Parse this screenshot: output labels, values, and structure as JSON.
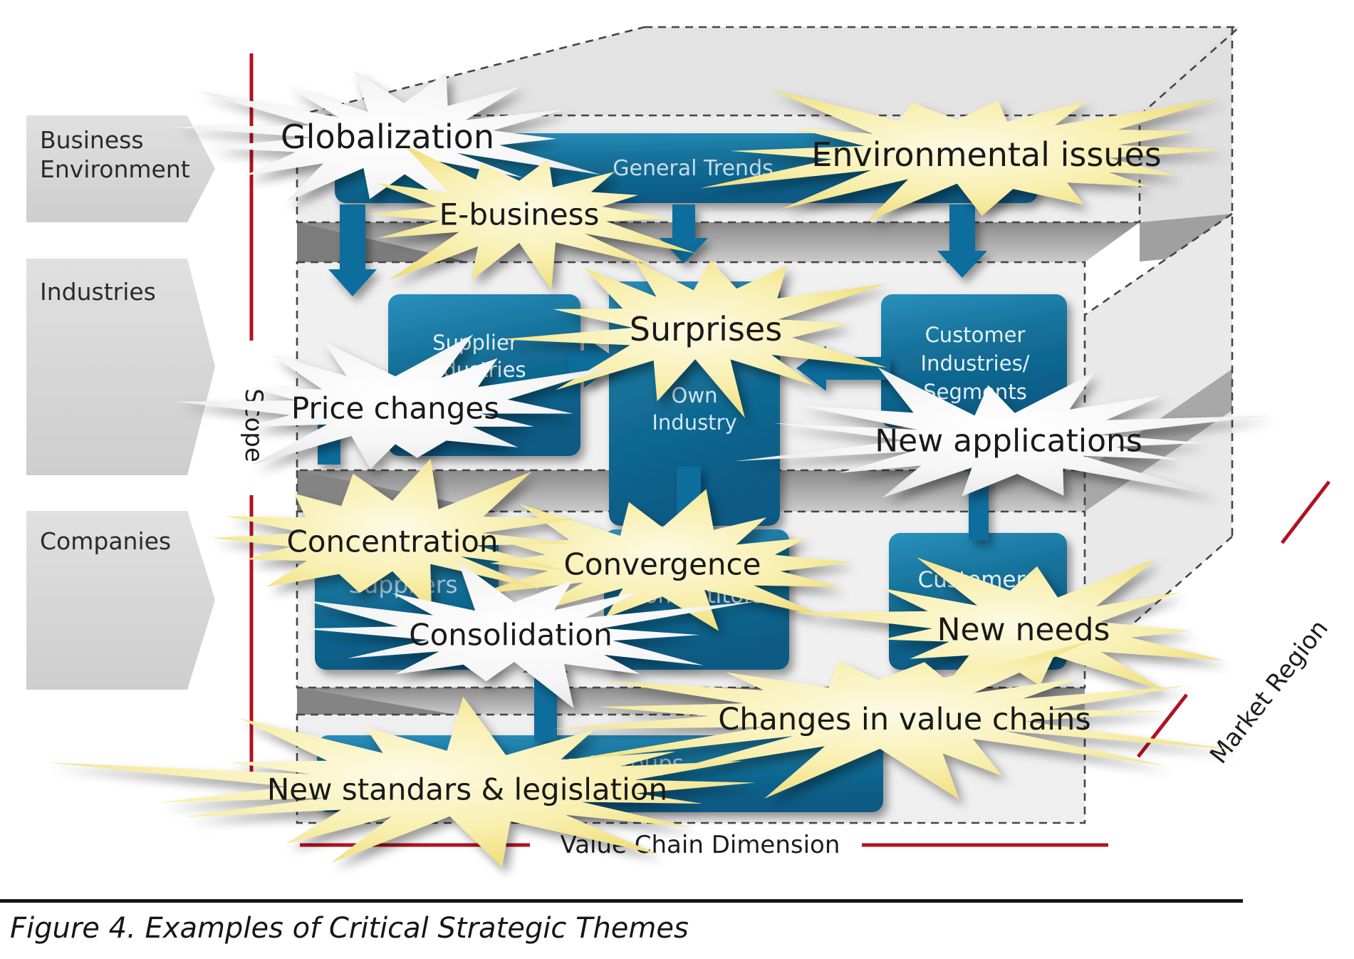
{
  "figure": {
    "caption": "Figure 4. Examples of Critical Strategic Themes"
  },
  "axes": {
    "scope": "Scope",
    "value_chain": "Value Chain Dimension",
    "market_region": "Market Region"
  },
  "levels": [
    {
      "label": "Business\nEnvironment"
    },
    {
      "label": "Industries"
    },
    {
      "label": "Companies"
    }
  ],
  "boxes": {
    "general_trends": "General Trends",
    "supplier_industries": "Supplier\nIndustries",
    "own_industry": "Own\nIndustry",
    "customer_industries": "Customer\nIndustries/\nSegments",
    "suppliers": "Suppliers",
    "competitors": "Competitors",
    "customers": "Customers",
    "interest_groups": "Interest Groups"
  },
  "themes": {
    "globalization": "Globalization",
    "environmental_issues": "Environmental issues",
    "e_business": "E-business",
    "surprises": "Surprises",
    "price_changes": "Price changes",
    "new_applications": "New applications",
    "convergence": "Convergence",
    "concentration": "Concentration",
    "consolidation": "Consolidation",
    "new_needs": "New needs",
    "changes_in_value_chains": "Changes in value chains",
    "new_standars_legislation": "New standars & legislation"
  },
  "colors": {
    "box_blue": "#12709e",
    "burst_yellow": "#f5e88f",
    "burst_white": "#f4f4f4",
    "accent_red": "#b1121f",
    "slab_gray": "#efefef",
    "band_gray": "#8f8f8f"
  }
}
